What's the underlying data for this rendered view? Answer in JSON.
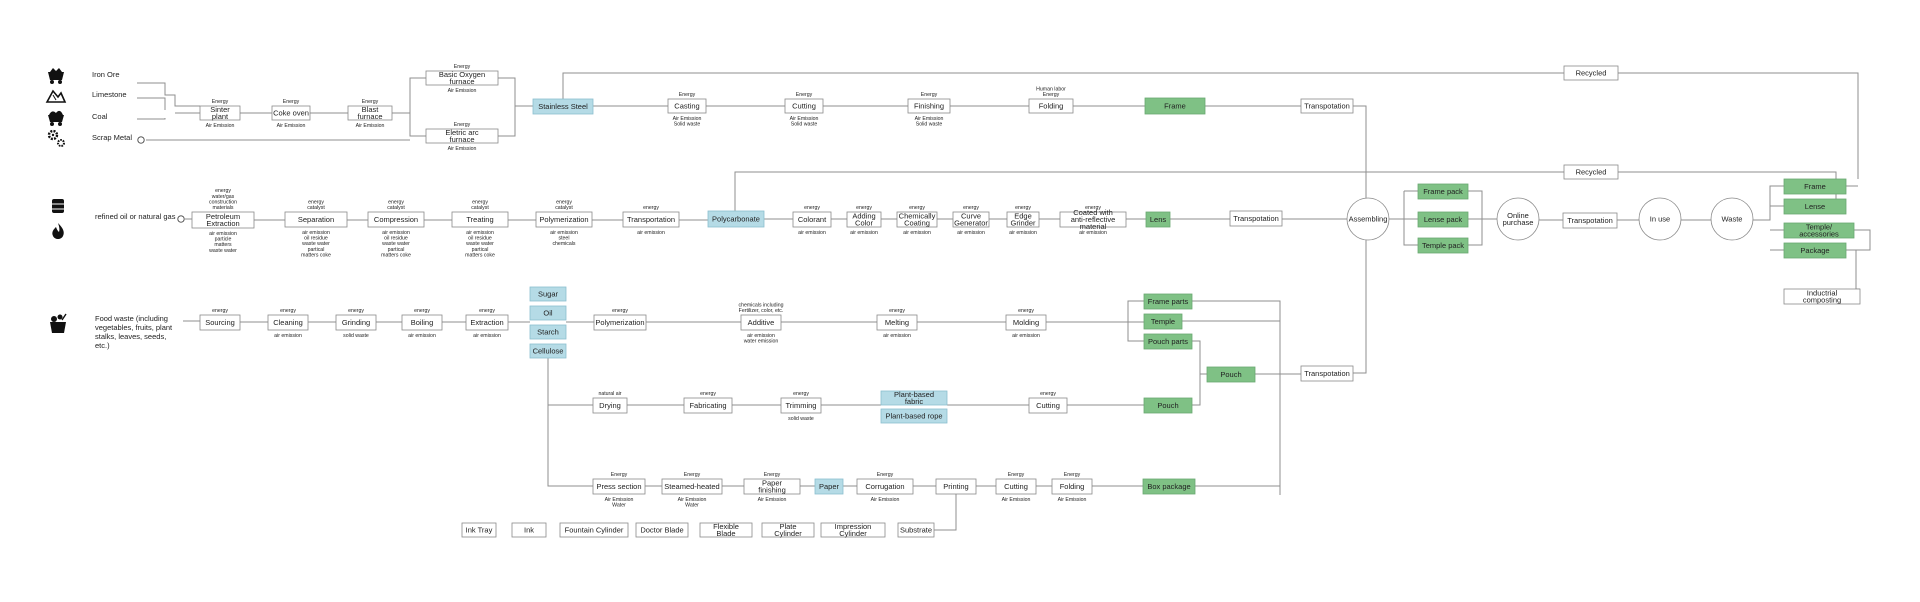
{
  "sources": [
    {
      "id": "iron",
      "label": "Iron Ore",
      "icon": "mine-cart-icon"
    },
    {
      "id": "lime",
      "label": "Limestone",
      "icon": "rock-pile-icon"
    },
    {
      "id": "coal",
      "label": "Coal",
      "icon": "coal-cart-icon"
    },
    {
      "id": "scrap",
      "label": "Scrap Metal",
      "icon": "gears-icon"
    },
    {
      "id": "oil",
      "label": "refined oil or natural gas",
      "icon": "oil-drum-icon"
    },
    {
      "id": "food",
      "label": "Food waste (including vegetables, fruits, plant stalks, leaves, seeds, etc.)",
      "icon": "food-waste-icon"
    }
  ],
  "nodes": [
    {
      "id": "sinter",
      "label": "Sinter plant",
      "above": [
        "Energy"
      ],
      "below": [
        "Air Emission"
      ]
    },
    {
      "id": "coke",
      "label": "Coke oven",
      "above": [
        "Energy"
      ],
      "below": [
        "Air Emission"
      ]
    },
    {
      "id": "blast",
      "label": "Blast furnace",
      "above": [
        "Energy"
      ],
      "below": [
        "Air Emission"
      ]
    },
    {
      "id": "bof",
      "label": "Basic Oxygen furnace",
      "above": [
        "Energy"
      ],
      "below": [
        "Air Emission"
      ]
    },
    {
      "id": "eaf",
      "label": "Eletric arc furnace",
      "above": [
        "Energy"
      ],
      "below": [
        "Air Emission"
      ]
    },
    {
      "id": "steel",
      "label": "Stainless Steel",
      "fill": "blue",
      "above": [],
      "below": []
    },
    {
      "id": "casting",
      "label": "Casting",
      "above": [
        "Energy"
      ],
      "below": [
        "Air Emission",
        "Solid waste"
      ]
    },
    {
      "id": "cutting1",
      "label": "Cutting",
      "above": [
        "Energy"
      ],
      "below": [
        "Air Emission",
        "Solid waste"
      ]
    },
    {
      "id": "finishing",
      "label": "Finishing",
      "above": [
        "Energy"
      ],
      "below": [
        "Air Emission",
        "Solid waste"
      ]
    },
    {
      "id": "folding1",
      "label": "Folding",
      "above": [
        "Human labor",
        "Energy"
      ],
      "below": []
    },
    {
      "id": "frame",
      "label": "Frame",
      "fill": "green",
      "above": [],
      "below": []
    },
    {
      "id": "trans1",
      "label": "Transpotation",
      "above": [],
      "below": []
    },
    {
      "id": "recycled1",
      "label": "Recycled",
      "above": [],
      "below": []
    },
    {
      "id": "petro",
      "label": "Petroleum Extraction",
      "above": [
        "energy",
        "water/gas",
        "construction",
        "materials"
      ],
      "below": [
        "air emission",
        "particle",
        "matters",
        "waste water"
      ]
    },
    {
      "id": "separation",
      "label": "Separation",
      "above": [
        "energy",
        "catalyst"
      ],
      "below": [
        "air emission",
        "oil residue",
        "waste water",
        "partical",
        "matters coke"
      ]
    },
    {
      "id": "compression",
      "label": "Compression",
      "above": [
        "energy",
        "catalyst"
      ],
      "below": [
        "air emission",
        "oil residue",
        "waste water",
        "partical",
        "matters coke"
      ]
    },
    {
      "id": "treating",
      "label": "Treating",
      "above": [
        "energy",
        "catalyst"
      ],
      "below": [
        "air emission",
        "oil residue",
        "waste water",
        "partical",
        "matters coke"
      ]
    },
    {
      "id": "poly1",
      "label": "Polymerization",
      "above": [
        "energy",
        "catalyst"
      ],
      "below": [
        "air emission",
        "steel",
        "chemicals"
      ]
    },
    {
      "id": "transp2",
      "label": "Transportation",
      "above": [
        "energy"
      ],
      "below": [
        "air emission"
      ]
    },
    {
      "id": "pc",
      "label": "Polycarbonate",
      "fill": "blue",
      "above": [],
      "below": []
    },
    {
      "id": "colorant",
      "label": "Colorant",
      "above": [
        "energy"
      ],
      "below": [
        "air emission"
      ]
    },
    {
      "id": "addcolor",
      "label": "Adding Color",
      "above": [
        "energy"
      ],
      "below": [
        "air emission"
      ]
    },
    {
      "id": "chemcoat",
      "label": "Chemically Coating",
      "above": [
        "energy"
      ],
      "below": [
        "air emission"
      ]
    },
    {
      "id": "curve",
      "label": "Curve Generator",
      "above": [
        "energy"
      ],
      "below": [
        "air emission"
      ]
    },
    {
      "id": "edge",
      "label": "Edge Grinder",
      "above": [
        "energy"
      ],
      "below": [
        "air emission"
      ]
    },
    {
      "id": "coated",
      "label": "Coated with anti-reflective material",
      "above": [
        "energy"
      ],
      "below": [
        "air emission"
      ]
    },
    {
      "id": "lens",
      "label": "Lens",
      "fill": "green",
      "above": [],
      "below": []
    },
    {
      "id": "trans2",
      "label": "Transpotation",
      "above": [],
      "below": []
    },
    {
      "id": "recycled2",
      "label": "Recycled",
      "above": [],
      "below": []
    },
    {
      "id": "sourcing",
      "label": "Sourcing",
      "above": [
        "energy"
      ],
      "below": []
    },
    {
      "id": "cleaning",
      "label": "Cleaning",
      "above": [
        "energy"
      ],
      "below": [
        "air emission"
      ]
    },
    {
      "id": "grinding",
      "label": "Grinding",
      "above": [
        "energy"
      ],
      "below": [
        "solid waste"
      ]
    },
    {
      "id": "boiling",
      "label": "Boiling",
      "above": [
        "energy"
      ],
      "below": [
        "air emission"
      ]
    },
    {
      "id": "extraction",
      "label": "Extraction",
      "above": [
        "energy"
      ],
      "below": [
        "air emission"
      ]
    },
    {
      "id": "sugar",
      "label": "Sugar",
      "fill": "blue",
      "above": [],
      "below": []
    },
    {
      "id": "oilp",
      "label": "Oil",
      "fill": "blue",
      "above": [],
      "below": []
    },
    {
      "id": "starch",
      "label": "Starch",
      "fill": "blue",
      "above": [],
      "below": []
    },
    {
      "id": "cellulose",
      "label": "Cellulose",
      "fill": "blue",
      "above": [],
      "below": []
    },
    {
      "id": "poly2",
      "label": "Polymerization",
      "above": [
        "energy"
      ],
      "below": []
    },
    {
      "id": "additive",
      "label": "Additive",
      "above": [
        "chemicals including",
        "Fertilizer, color, etc."
      ],
      "below": [
        "air emission",
        "water emission"
      ]
    },
    {
      "id": "melting",
      "label": "Melting",
      "above": [
        "energy"
      ],
      "below": [
        "air emission"
      ]
    },
    {
      "id": "molding",
      "label": "Molding",
      "above": [
        "energy"
      ],
      "below": [
        "air emission"
      ]
    },
    {
      "id": "frameparts",
      "label": "Frame parts",
      "fill": "green",
      "above": [],
      "below": []
    },
    {
      "id": "temple",
      "label": "Temple",
      "fill": "green",
      "above": [],
      "below": []
    },
    {
      "id": "pouchparts",
      "label": "Pouch parts",
      "fill": "green",
      "above": [],
      "below": []
    },
    {
      "id": "pouchc",
      "label": "Pouch",
      "fill": "green",
      "above": [],
      "below": []
    },
    {
      "id": "trans3",
      "label": "Transpotation",
      "above": [],
      "below": []
    },
    {
      "id": "drying",
      "label": "Drying",
      "above": [
        "natural air"
      ],
      "below": []
    },
    {
      "id": "fabricating",
      "label": "Fabricating",
      "above": [
        "energy"
      ],
      "below": []
    },
    {
      "id": "trimming",
      "label": "Trimming",
      "above": [
        "energy"
      ],
      "below": [
        "solid waste"
      ]
    },
    {
      "id": "pbfabric",
      "label": "Plant-based fabric",
      "fill": "blue",
      "above": [],
      "below": []
    },
    {
      "id": "pbrope",
      "label": "Plant-based rope",
      "fill": "blue",
      "above": [],
      "below": []
    },
    {
      "id": "cutting2",
      "label": "Cutting",
      "above": [
        "energy"
      ],
      "below": []
    },
    {
      "id": "pouch",
      "label": "Pouch",
      "fill": "green",
      "above": [],
      "below": []
    },
    {
      "id": "press",
      "label": "Press section",
      "above": [
        "Energy"
      ],
      "below": [
        "Air Emission",
        "Water"
      ]
    },
    {
      "id": "steamed",
      "label": "Steamed-heated",
      "above": [
        "Energy"
      ],
      "below": [
        "Air Emission",
        "Water"
      ]
    },
    {
      "id": "paperfin",
      "label": "Paper finishing",
      "above": [
        "Energy"
      ],
      "below": [
        "Air Emission"
      ]
    },
    {
      "id": "paper",
      "label": "Paper",
      "fill": "blue",
      "above": [],
      "below": []
    },
    {
      "id": "corrugation",
      "label": "Corrugation",
      "above": [
        "Energy"
      ],
      "below": [
        "Air Emission"
      ]
    },
    {
      "id": "printing",
      "label": "Printing",
      "above": [],
      "below": []
    },
    {
      "id": "cutting3",
      "label": "Cutting",
      "above": [
        "Energy"
      ],
      "below": [
        "Air Emission"
      ]
    },
    {
      "id": "folding2",
      "label": "Folding",
      "above": [
        "Energy"
      ],
      "below": [
        "Air Emission"
      ]
    },
    {
      "id": "boxpkg",
      "label": "Box package",
      "fill": "green",
      "above": [],
      "below": []
    },
    {
      "id": "inktray",
      "label": "Ink Tray",
      "above": [],
      "below": []
    },
    {
      "id": "ink",
      "label": "Ink",
      "above": [],
      "below": []
    },
    {
      "id": "fountain",
      "label": "Fountain Cylinder",
      "above": [],
      "below": []
    },
    {
      "id": "doctor",
      "label": "Doctor Blade",
      "above": [],
      "below": []
    },
    {
      "id": "flexible",
      "label": "Flexible Blade",
      "above": [],
      "below": []
    },
    {
      "id": "plate",
      "label": "Plate Cylinder",
      "above": [],
      "below": []
    },
    {
      "id": "impression",
      "label": "Impression Cylinder",
      "above": [],
      "below": []
    },
    {
      "id": "substrate",
      "label": "Substrate",
      "above": [],
      "below": []
    },
    {
      "id": "assembling",
      "label": "Assembling",
      "shape": "circle",
      "above": [],
      "below": []
    },
    {
      "id": "framepack",
      "label": "Frame pack",
      "fill": "green",
      "above": [],
      "below": []
    },
    {
      "id": "lensepack",
      "label": "Lense pack",
      "fill": "green",
      "above": [],
      "below": []
    },
    {
      "id": "templepack",
      "label": "Temple pack",
      "fill": "green",
      "above": [],
      "below": []
    },
    {
      "id": "online",
      "label": "Online purchase",
      "shape": "circle",
      "above": [],
      "below": []
    },
    {
      "id": "trans4",
      "label": "Transpotation",
      "above": [],
      "below": []
    },
    {
      "id": "inuse",
      "label": "In use",
      "shape": "circle",
      "above": [],
      "below": []
    },
    {
      "id": "waste",
      "label": "Waste",
      "shape": "circle",
      "above": [],
      "below": []
    },
    {
      "id": "wframe",
      "label": "Frame",
      "fill": "green",
      "above": [],
      "below": []
    },
    {
      "id": "wlense",
      "label": "Lense",
      "fill": "green",
      "above": [],
      "below": []
    },
    {
      "id": "wtemple",
      "label": "Temple/ accessories",
      "fill": "green",
      "above": [],
      "below": []
    },
    {
      "id": "wpackage",
      "label": "Package",
      "fill": "green",
      "above": [],
      "below": []
    },
    {
      "id": "compost",
      "label": "Inductrial composting",
      "above": [],
      "below": []
    }
  ]
}
